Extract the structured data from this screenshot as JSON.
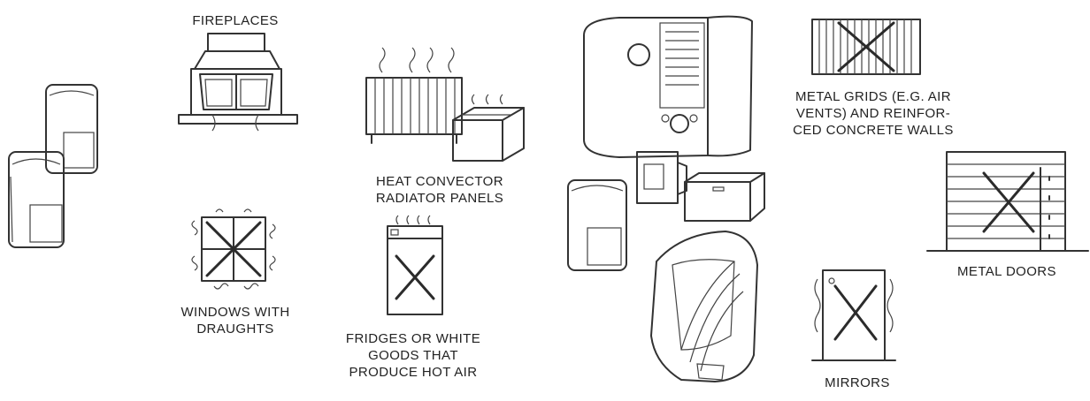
{
  "labels": {
    "fireplaces": "FIREPLACES",
    "heat_convector_1": "HEAT CONVECTOR",
    "heat_convector_2": "RADIATOR PANELS",
    "windows_1": "WINDOWS WITH",
    "windows_2": "DRAUGHTS",
    "fridges_1": "FRIDGES OR WHITE",
    "fridges_2": "GOODS THAT",
    "fridges_3": "PRODUCE HOT AIR",
    "metal_grids_1": "METAL GRIDS (E.G. AIR",
    "metal_grids_2": "VENTS) AND REINFOR-",
    "metal_grids_3": "CED CONCRETE WALLS",
    "metal_doors": "METAL DOORS",
    "mirrors": "MIRRORS"
  },
  "icons": {
    "detectors": "motion-detector-icon",
    "fireplace": "fireplace-icon",
    "radiator": "radiator-icon",
    "window": "draughty-window-icon",
    "fridge": "fridge-icon",
    "control_panel": "alarm-control-panel-icon",
    "metal_grid": "metal-grid-icon",
    "metal_door": "metal-door-icon",
    "mirror": "mirror-icon"
  },
  "colors": {
    "line": "#333333",
    "fill_light": "#f2f2f2",
    "fill_mid": "#cfcfcf",
    "fill_dark": "#8a8a8a"
  }
}
